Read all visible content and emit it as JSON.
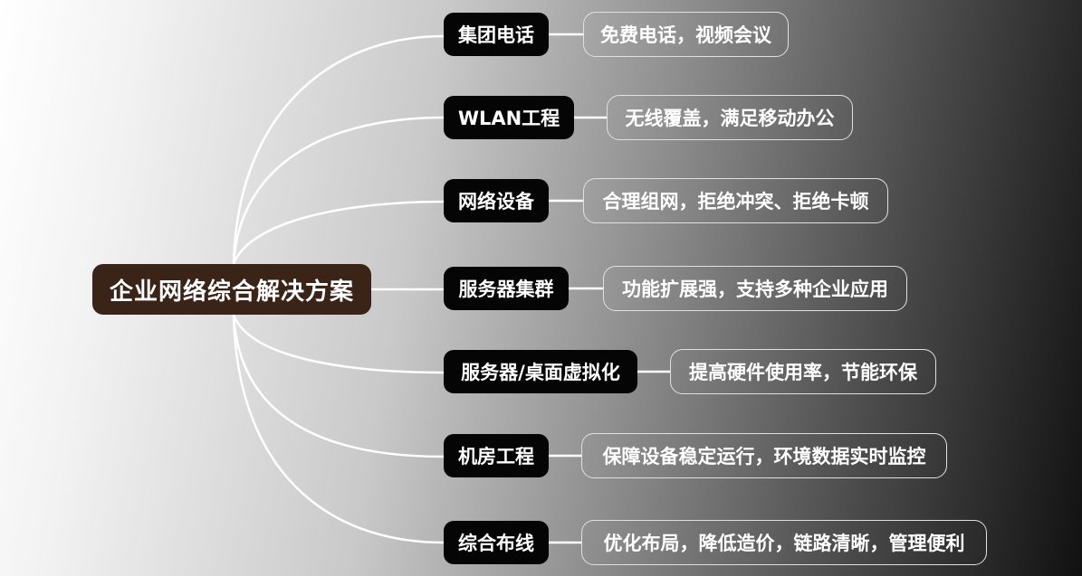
{
  "root": {
    "label": "企业网络综合解决方案"
  },
  "branches": [
    {
      "label": "集团电话",
      "detail": "免费电话，视频会议"
    },
    {
      "label": "WLAN工程",
      "detail": "无线覆盖，满足移动办公"
    },
    {
      "label": "网络设备",
      "detail": "合理组网，拒绝冲突、拒绝卡顿"
    },
    {
      "label": "服务器集群",
      "detail": "功能扩展强，支持多种企业应用"
    },
    {
      "label": "服务器/桌面虚拟化",
      "detail": "提高硬件使用率，节能环保"
    },
    {
      "label": "机房工程",
      "detail": "保障设备稳定运行，环境数据实时监控"
    },
    {
      "label": "综合布线",
      "detail": "优化布局，降低造价，链路清晰，管理便利"
    }
  ],
  "colors": {
    "root_fill": "#3a2418",
    "branch_fill": "#050505",
    "link_stroke": "#ffffff",
    "leaf_border": "#e0e0e0"
  }
}
